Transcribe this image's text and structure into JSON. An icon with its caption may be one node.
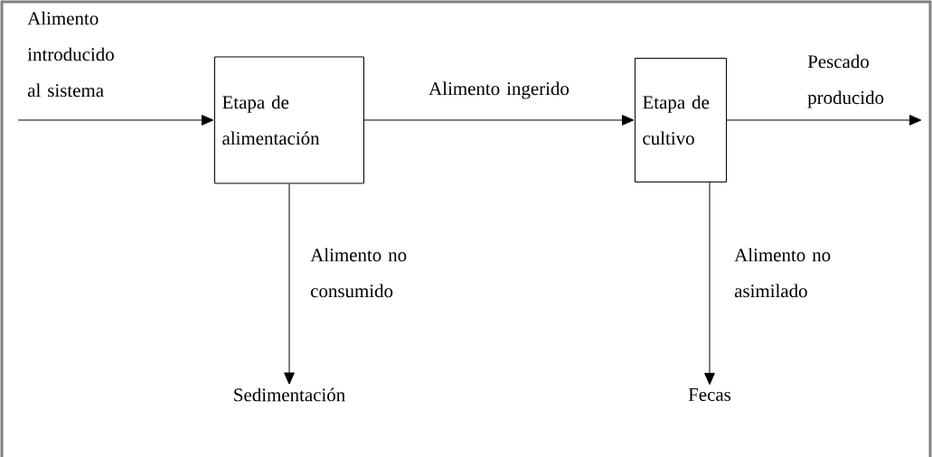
{
  "diagram": {
    "nodes": [
      {
        "text": [
          "Etapa de alimentación"
        ]
      },
      {
        "text": [
          "Etapa de cultivo"
        ]
      },
      {
        "text": [
          "Sedimentación"
        ]
      },
      {
        "text": [
          "Fecas"
        ]
      }
    ],
    "edges": [
      {
        "from": null,
        "to": 0,
        "arrow": "to",
        "label": "Alimento introducido al sistema"
      },
      {
        "from": 0,
        "to": 1,
        "arrow": "to",
        "label": "Alimento ingerido"
      },
      {
        "from": 1,
        "to": null,
        "arrow": "to",
        "label": "Pescado producido"
      },
      {
        "from": 0,
        "to": 2,
        "arrow": "to",
        "label": "Alimento no consumido"
      },
      {
        "from": 1,
        "to": 3,
        "arrow": "to",
        "label": "Alimento no asimilado"
      }
    ]
  }
}
